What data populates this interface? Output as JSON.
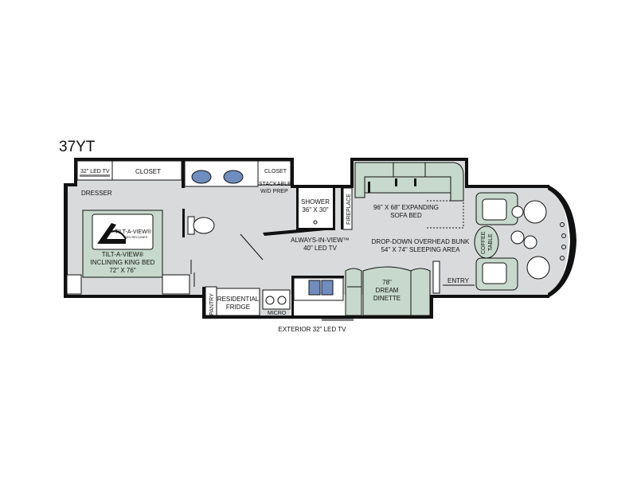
{
  "model_name": "37YT",
  "colors": {
    "floor": "#d8dadc",
    "furniture": "#c6d9cc",
    "outline": "#111111",
    "blue_fixture": "#6f8ebf",
    "background": "#ffffff"
  },
  "logo": {
    "brand": "TILT-A-VIEW®",
    "sub": "BED RECLINES"
  },
  "labels": {
    "led_tv_bedroom": "32\" LED TV",
    "closet_bedroom": "CLOSET",
    "dresser": "DRESSER",
    "closet_bath": "CLOSET",
    "stackable_1": "STACKABLE",
    "stackable_2": "W/D PREP",
    "shower_1": "SHOWER",
    "shower_2": "36\" X 30\"",
    "fireplace": "FIREPLACE",
    "sofa_1": "96\" X 68\" EXPANDING",
    "sofa_2": "SOFA BED",
    "tv_1": "ALWAYS-IN-VIEW™",
    "tv_2": "40\" LED TV",
    "bunk_1": "DROP-DOWN OVERHEAD BUNK",
    "bunk_2": "54\" X 74\" SLEEPING AREA",
    "coffee_1": "COFFEE",
    "coffee_2": "TABLE",
    "bed_1": "TILT-A-VIEW®",
    "bed_2": "INCLINING KING BED",
    "bed_3": "72\" X 76\"",
    "pantry": "PANTRY",
    "fridge_1": "RESIDENTIAL",
    "fridge_2": "FRIDGE",
    "micro": "MICRO",
    "dinette_1": "78\"",
    "dinette_2": "DREAM",
    "dinette_3": "DINETTE",
    "entry": "ENTRY",
    "exterior_tv": "EXTERIOR 32\" LED TV"
  }
}
